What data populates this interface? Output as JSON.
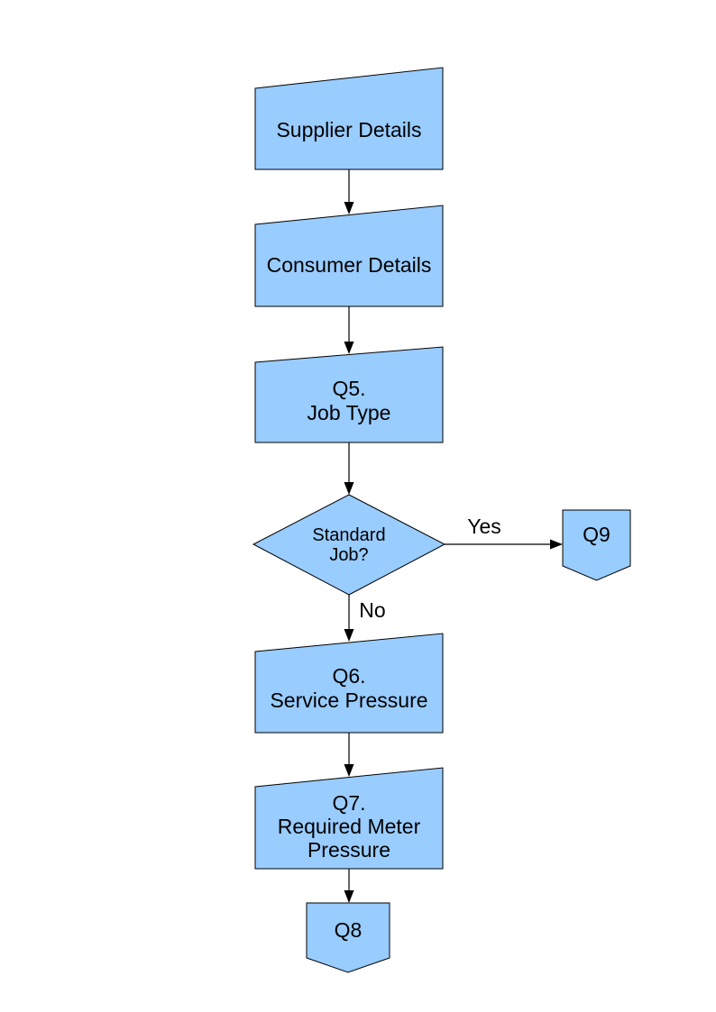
{
  "page": {
    "background_color": "#ffffff"
  },
  "diagram": {
    "type": "flowchart",
    "node_fill_color": "#99ccff",
    "node_border_color": "#000000",
    "text_color": "#000000",
    "nodes": {
      "supplier": {
        "shape": "manual-input",
        "label": "Supplier Details"
      },
      "consumer": {
        "shape": "manual-input",
        "label": "Consumer Details"
      },
      "q5": {
        "shape": "manual-input",
        "line1": "Q5.",
        "line2": "Job Type"
      },
      "standard_job": {
        "shape": "decision",
        "line1": "Standard",
        "line2": "Job?"
      },
      "q9": {
        "shape": "off-page-connector",
        "label": "Q9"
      },
      "q6": {
        "shape": "manual-input",
        "line1": "Q6.",
        "line2": "Service Pressure"
      },
      "q7": {
        "shape": "manual-input",
        "line1": "Q7.",
        "line2": "Required Meter",
        "line3": "Pressure"
      },
      "q8": {
        "shape": "off-page-connector",
        "label": "Q8"
      }
    },
    "edge_labels": {
      "yes": "Yes",
      "no": "No"
    }
  }
}
